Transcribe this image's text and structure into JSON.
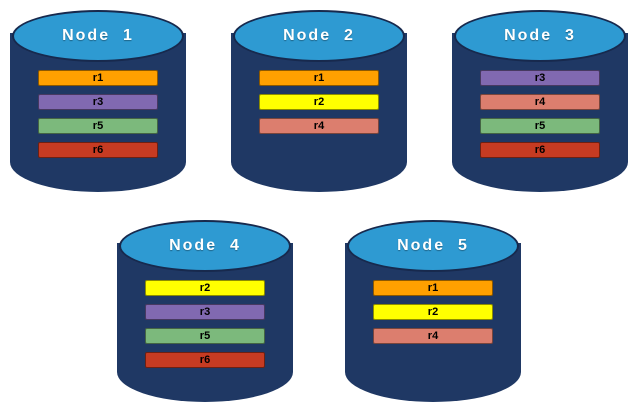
{
  "diagram": {
    "description": "Five database nodes showing replicated records",
    "colors": {
      "cylinder_body": "#1F3864",
      "cylinder_top": "#2E9AD2",
      "background": "#FFFFFF",
      "node_label_text": "#FFFFFF",
      "record_text": "#000000"
    },
    "record_colors": {
      "r1": "#FFA000",
      "r2": "#FFFF00",
      "r3": "#8169B1",
      "r4": "#DC7E6E",
      "r5": "#7CB97C",
      "r6": "#C63B22"
    },
    "nodes": [
      {
        "label": "Node  1",
        "row": 0,
        "records": [
          "r1",
          "r3",
          "r5",
          "r6"
        ]
      },
      {
        "label": "Node  2",
        "row": 0,
        "records": [
          "r1",
          "r2",
          "r4"
        ]
      },
      {
        "label": "Node  3",
        "row": 0,
        "records": [
          "r3",
          "r4",
          "r5",
          "r6"
        ]
      },
      {
        "label": "Node  4",
        "row": 1,
        "records": [
          "r2",
          "r3",
          "r5",
          "r6"
        ]
      },
      {
        "label": "Node  5",
        "row": 1,
        "records": [
          "r1",
          "r2",
          "r4"
        ]
      }
    ]
  }
}
